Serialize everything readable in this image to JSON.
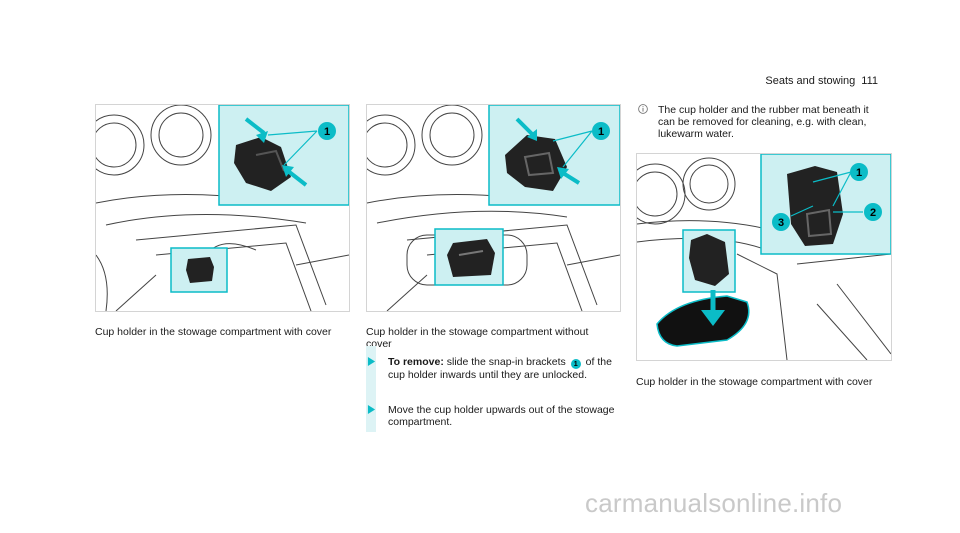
{
  "header": {
    "section": "Seats and stowing",
    "page": "111"
  },
  "figures": [
    {
      "caption": "Cup holder in the stowage compartment with cover",
      "callouts": [
        "1"
      ]
    },
    {
      "caption_line1": "Cup holder in the stowage compartment without",
      "caption_line2": "cover",
      "callouts": [
        "1"
      ]
    },
    {
      "caption": "Cup holder in the stowage compartment with cover",
      "callouts": [
        "1",
        "2",
        "3"
      ]
    }
  ],
  "steps": [
    {
      "bold": "To remove:",
      "text1": " slide the snap-in brackets ",
      "badge": "1",
      "text2": " of the cup holder inwards until they are unlocked."
    },
    {
      "text": "Move the cup holder upwards out of the stowage compartment."
    }
  ],
  "note": {
    "text": "The cup holder and the rubber mat beneath it can be removed for cleaning, e.g. with clean, lukewarm water."
  },
  "watermark": "carmanualsonline.info",
  "colors": {
    "accent": "#0bbcc7",
    "highlight_fill": "#cdf0f2",
    "stroke": "#444444"
  }
}
